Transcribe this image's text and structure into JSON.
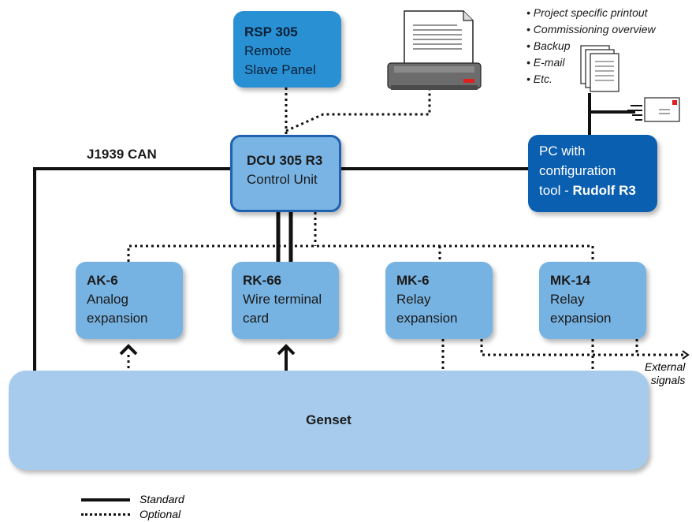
{
  "can_label": "J1939 CAN",
  "rsp": {
    "title": "RSP 305",
    "line1": "Remote",
    "line2": "Slave Panel"
  },
  "dcu": {
    "title": "DCU 305 R3",
    "line1": "Control Unit"
  },
  "pc": {
    "line1": "PC with",
    "line2": "configuration",
    "line3_prefix": "tool - ",
    "line3_bold": "Rudolf R3"
  },
  "pc_outputs": [
    "Project specific printout",
    "Commissioning overview",
    "Backup",
    "E-mail",
    "Etc."
  ],
  "modules": [
    {
      "title": "AK-6",
      "line1": "Analog",
      "line2": "expansion"
    },
    {
      "title": "RK-66",
      "line1": "Wire terminal",
      "line2": "card"
    },
    {
      "title": "MK-6",
      "line1": "Relay",
      "line2": "expansion"
    },
    {
      "title": "MK-14",
      "line1": "Relay",
      "line2": "expansion"
    }
  ],
  "external": {
    "line1": "External",
    "line2": "signals"
  },
  "genset": "Genset",
  "legend": {
    "standard": "Standard",
    "optional": "Optional"
  },
  "colors": {
    "module": "#77b3e2",
    "rsp": "#2a90d4",
    "dcu_border": "#1e62b0",
    "pc": "#0a5fb0",
    "genset": "#a6cbec"
  },
  "icons": [
    "printer-icon",
    "documents-icon",
    "email-icon"
  ]
}
